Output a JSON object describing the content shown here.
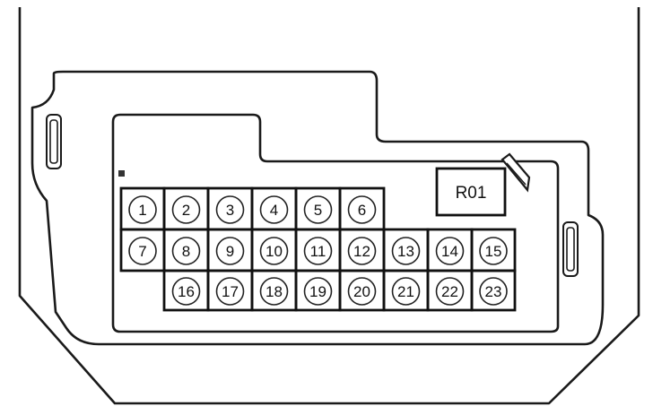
{
  "fuses": [
    {
      "num": "1"
    },
    {
      "num": "2"
    },
    {
      "num": "3"
    },
    {
      "num": "4"
    },
    {
      "num": "5"
    },
    {
      "num": "6"
    },
    {
      "num": "7"
    },
    {
      "num": "8"
    },
    {
      "num": "9"
    },
    {
      "num": "10"
    },
    {
      "num": "11"
    },
    {
      "num": "12"
    },
    {
      "num": "13"
    },
    {
      "num": "14"
    },
    {
      "num": "15"
    },
    {
      "num": "16"
    },
    {
      "num": "17"
    },
    {
      "num": "18"
    },
    {
      "num": "19"
    },
    {
      "num": "20"
    },
    {
      "num": "21"
    },
    {
      "num": "22"
    },
    {
      "num": "23"
    }
  ],
  "relay": {
    "label": "R01"
  }
}
